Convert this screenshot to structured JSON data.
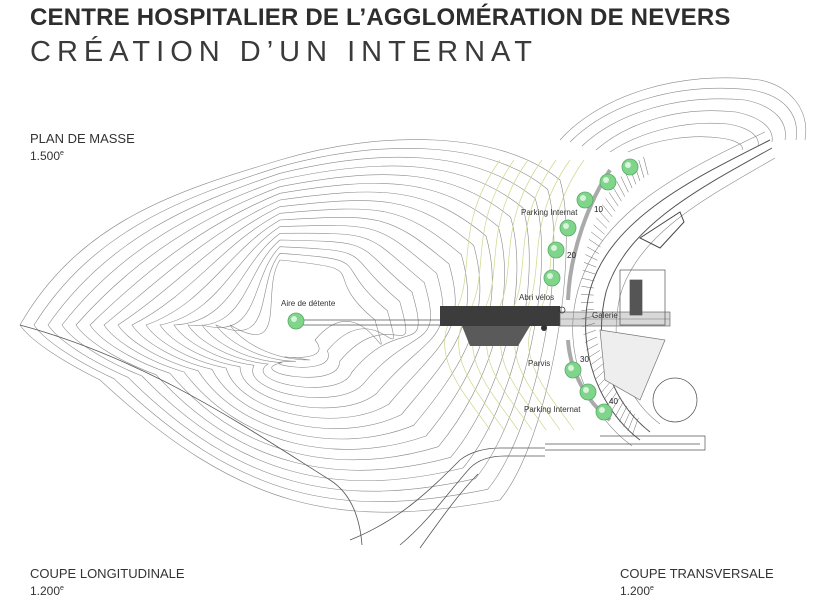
{
  "header": {
    "title": "CENTRE HOSPITALIER DE L’AGGLOMÉRATION DE NEVERS",
    "subtitle": "CRÉATION D’UN INTERNAT"
  },
  "panels": {
    "plan_masse": {
      "label": "PLAN DE MASSE",
      "scale": "1.500"
    },
    "coupe_longitudinale": {
      "label": "COUPE LONGITUDINALE",
      "scale": "1.200"
    },
    "coupe_transversale": {
      "label": "COUPE TRANSVERSALE",
      "scale": "1.200"
    },
    "scale_suffix": "e"
  },
  "plan_labels": {
    "parking_north": "Parking Internat",
    "parking_south": "Parking Internat",
    "abri_velos": "Abri vélos",
    "galerie": "Galerie",
    "parvis": "Parvis",
    "aire": "Aire de détente"
  },
  "stall_numbers": [
    "10",
    "20",
    "30",
    "40"
  ],
  "colors": {
    "contour": "#8a8a8a",
    "green_contour": "#c9d98a",
    "tree": "#7fd58a",
    "building": "#3c3c3c",
    "road": "#555555"
  }
}
